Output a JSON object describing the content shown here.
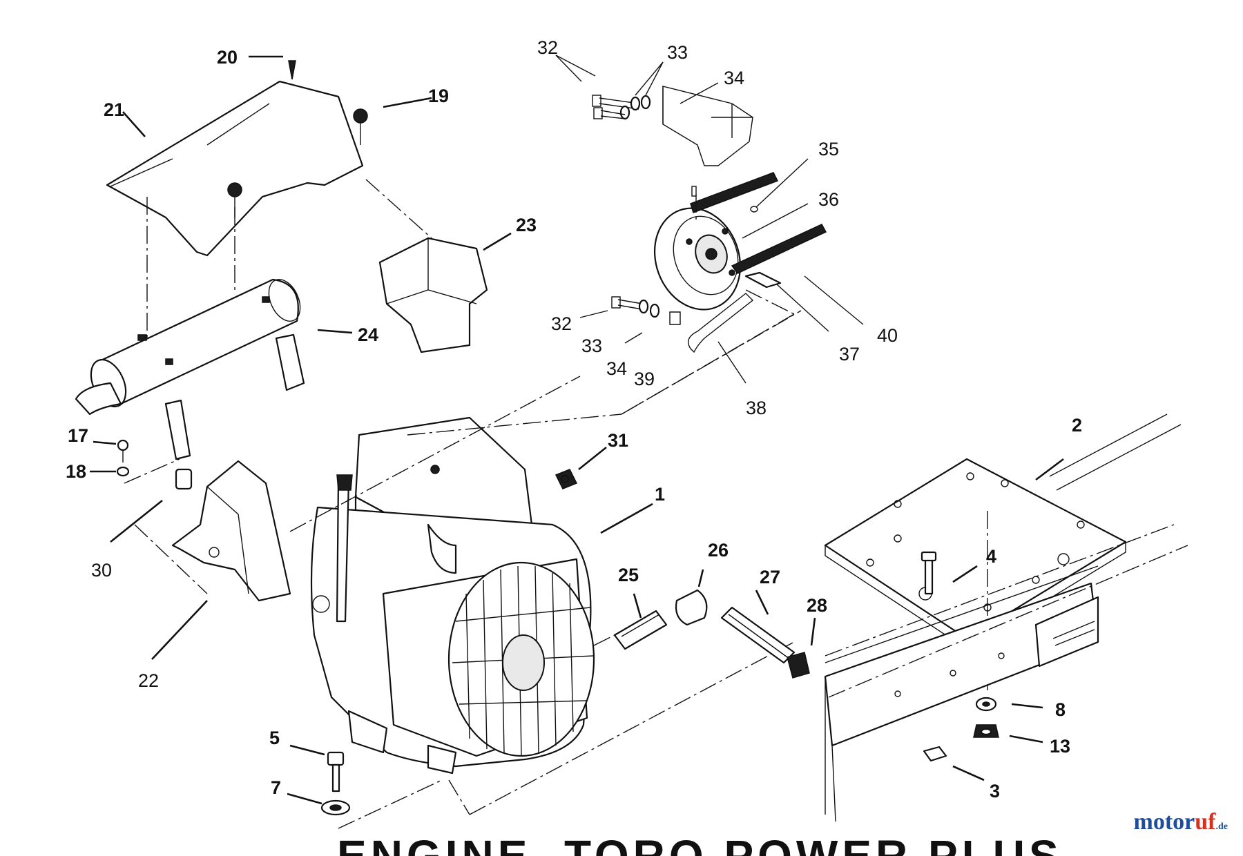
{
  "caption": "ENGINE, TORO POWER PLUS",
  "watermark": {
    "part1": "motor",
    "part2": "uf",
    "part3": ".de"
  },
  "callouts": {
    "c1": "1",
    "c2": "2",
    "c3": "3",
    "c4": "4",
    "c5": "5",
    "c7": "7",
    "c8": "8",
    "c13": "13",
    "c17": "17",
    "c18": "18",
    "c19": "19",
    "c20": "20",
    "c21": "21",
    "c22": "22",
    "c23": "23",
    "c24": "24",
    "c25": "25",
    "c26": "26",
    "c27": "27",
    "c28": "28",
    "c30": "30",
    "c31": "31",
    "c32a": "32",
    "c33a": "33",
    "c34a": "34",
    "c35": "35",
    "c36": "36",
    "c37": "37",
    "c38": "38",
    "c39": "39",
    "c40": "40",
    "c32b": "32",
    "c33b": "33",
    "c34b": "34"
  },
  "icons": [
    "engine-icon",
    "muffler-icon",
    "heat-shield-icon",
    "pulley-icon",
    "mounting-plate-icon",
    "frame-icon"
  ]
}
